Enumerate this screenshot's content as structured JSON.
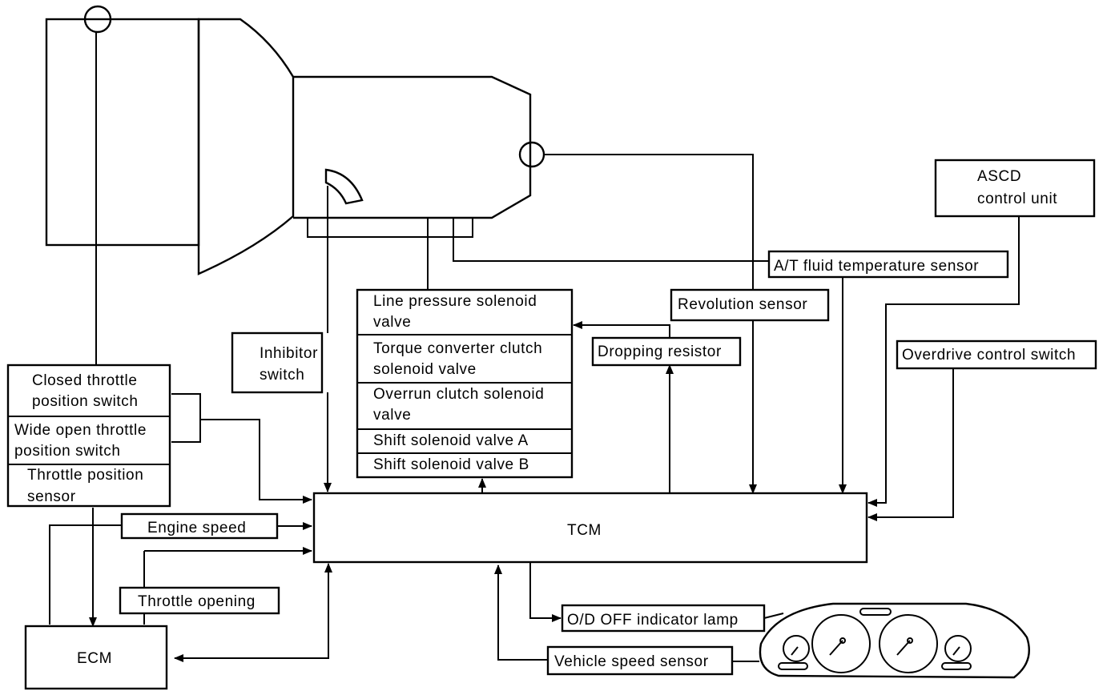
{
  "labels": {
    "ascd_line1": "ASCD",
    "ascd_line2": "control unit",
    "fluid_temp": "A/T fluid temperature sensor",
    "revolution": "Revolution sensor",
    "overdrive": "Overdrive control switch",
    "dropping": "Dropping resistor",
    "inhibitor_line1": "Inhibitor",
    "inhibitor_line2": "switch",
    "line_pressure_1": "Line pressure solenoid",
    "line_pressure_2": "valve",
    "torque_conv_1": "Torque converter clutch",
    "torque_conv_2": "solenoid valve",
    "overrun_1": "Overrun clutch solenoid",
    "overrun_2": "valve",
    "shift_a": "Shift solenoid valve A",
    "shift_b": "Shift solenoid valve B",
    "closed_throttle_1": "Closed throttle",
    "closed_throttle_2": "position switch",
    "wide_open_1": "Wide open throttle",
    "wide_open_2": "position switch",
    "throttle_sensor_1": "Throttle position",
    "throttle_sensor_2": "sensor",
    "engine_speed": "Engine speed",
    "throttle_opening": "Throttle opening",
    "tcm": "TCM",
    "ecm": "ECM",
    "od_lamp": "O/D OFF indicator lamp",
    "vehicle_speed": "Vehicle speed sensor"
  }
}
